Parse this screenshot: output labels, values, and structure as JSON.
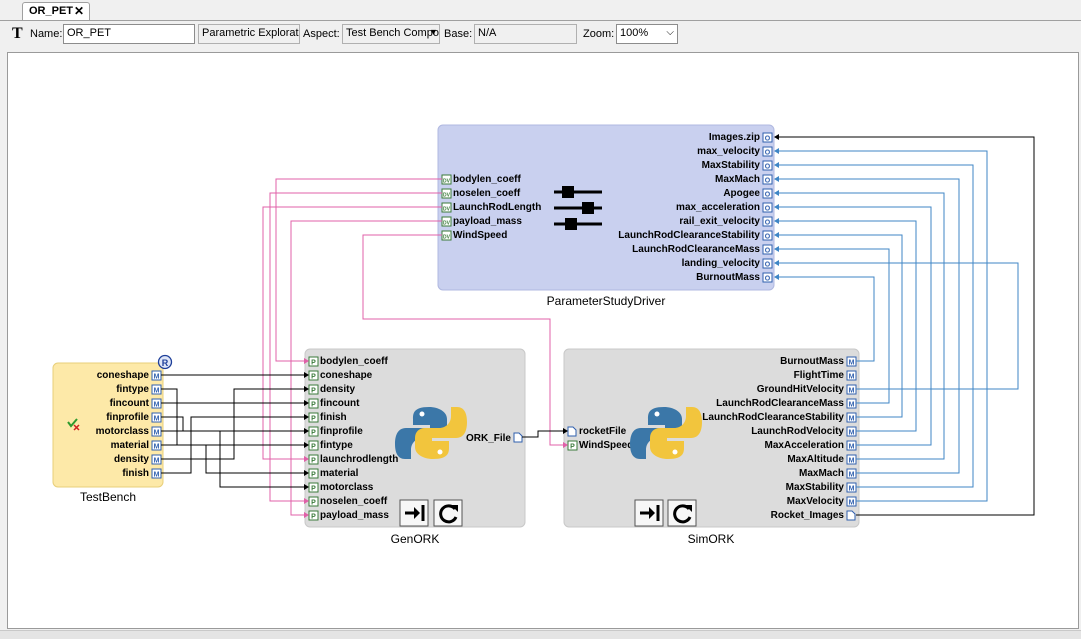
{
  "tab": {
    "title": "OR_PET"
  },
  "toolbar": {
    "name_label": "Name:",
    "name_value": "OR_PET",
    "kind_value": "Parametric Exploration",
    "aspect_label": "Aspect:",
    "aspect_value": "Test Bench Composition",
    "base_label": "Base:",
    "base_value": "N/A",
    "zoom_label": "Zoom:",
    "zoom_value": "100%"
  },
  "diagram": {
    "driver": {
      "name": "ParameterStudyDriver",
      "inputs": [
        "bodylen_coeff",
        "noselen_coeff",
        "LaunchRodLength",
        "payload_mass",
        "WindSpeed"
      ],
      "outputs": [
        "Images.zip",
        "max_velocity",
        "MaxStability",
        "MaxMach",
        "Apogee",
        "max_acceleration",
        "rail_exit_velocity",
        "LaunchRodClearanceStability",
        "LaunchRodClearanceMass",
        "landing_velocity",
        "BurnoutMass"
      ]
    },
    "testbench": {
      "name": "TestBench",
      "badge": "R",
      "ports": [
        "coneshape",
        "fintype",
        "fincount",
        "finprofile",
        "motorclass",
        "material",
        "density",
        "finish"
      ]
    },
    "genork": {
      "name": "GenORK",
      "inputs": [
        "bodylen_coeff",
        "coneshape",
        "density",
        "fincount",
        "finish",
        "finprofile",
        "fintype",
        "launchrodlength",
        "material",
        "motorclass",
        "noselen_coeff",
        "payload_mass"
      ],
      "output": "ORK_File"
    },
    "simork": {
      "name": "SimORK",
      "inputs": [
        "rocketFile",
        "WindSpeed"
      ],
      "outputs": [
        "BurnoutMass",
        "FlightTime",
        "GroundHitVelocity",
        "LaunchRodClearanceMass",
        "LaunchRodClearanceStability",
        "LaunchRodVelocity",
        "MaxAcceleration",
        "MaxAltitude",
        "MaxMach",
        "MaxStability",
        "MaxVelocity",
        "Rocket_Images"
      ]
    },
    "port_badges": {
      "metric": "M",
      "param": "P",
      "design_var": "DV",
      "output": "O"
    },
    "colors": {
      "driver_fill": "#c9d0ef",
      "testbench_fill": "#fde9a8",
      "component_fill": "#dcdcdc",
      "param_wire": "#e060a8",
      "metric_wire": "#3f86c6",
      "file_wire": "#000000"
    }
  }
}
